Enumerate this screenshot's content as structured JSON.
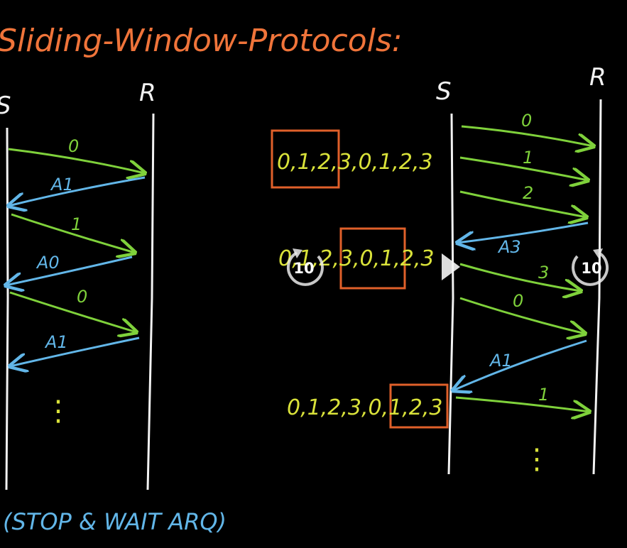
{
  "title": "Sliding-Window-Protocols:",
  "left_diagram": {
    "sender_label": "S",
    "receiver_label": "R",
    "messages": [
      {
        "label": "0",
        "direction": "to-receiver"
      },
      {
        "label": "A1",
        "direction": "to-sender"
      },
      {
        "label": "1",
        "direction": "to-receiver"
      },
      {
        "label": "A0",
        "direction": "to-sender"
      },
      {
        "label": "0",
        "direction": "to-receiver"
      },
      {
        "label": "A1",
        "direction": "to-sender"
      }
    ],
    "continuation": "⋮",
    "caption": "(STOP & WAIT ARQ)"
  },
  "sequences": [
    {
      "boxed": "0,1,2",
      "rest": ",3,0,1,2,3"
    },
    {
      "before": "0,1,2,",
      "boxed": "3,0,1",
      "after": ",2,3"
    },
    {
      "before": "0,1,2,3,0",
      "boxed": ",1,2,3"
    }
  ],
  "right_diagram": {
    "sender_label": "S",
    "receiver_label": "R",
    "messages": [
      {
        "label": "0",
        "direction": "to-receiver"
      },
      {
        "label": "1",
        "direction": "to-receiver"
      },
      {
        "label": "2",
        "direction": "to-receiver"
      },
      {
        "label": "A3",
        "direction": "to-sender"
      },
      {
        "label": "3",
        "direction": "to-receiver"
      },
      {
        "label": "0",
        "direction": "to-receiver"
      },
      {
        "label": "A1",
        "direction": "to-sender"
      },
      {
        "label": "1",
        "direction": "to-receiver"
      }
    ],
    "continuation": "⋮"
  },
  "player": {
    "rewind_seconds": "10",
    "forward_seconds": "10",
    "icons": [
      "rewind-10-icon",
      "play-icon",
      "forward-10-icon"
    ]
  },
  "colors": {
    "background": "#000000",
    "title": "#f0743a",
    "timeline": "#f2f2f2",
    "data_frame": "#7fd13b",
    "ack": "#62b6e8",
    "sequence": "#d9e23a",
    "window_box": "#e0602a"
  }
}
